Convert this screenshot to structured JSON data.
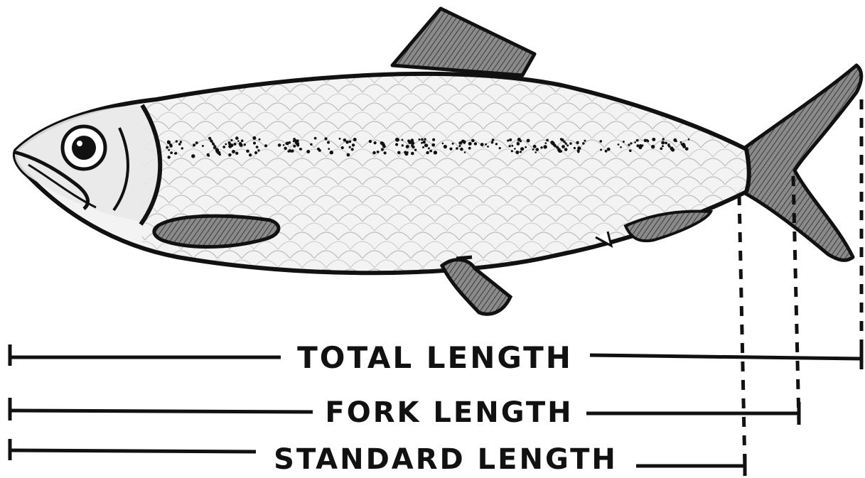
{
  "measurements": [
    {
      "key": "total",
      "label": "TOTAL LENGTH"
    },
    {
      "key": "fork",
      "label": "FORK LENGTH"
    },
    {
      "key": "standard",
      "label": "STANDARD LENGTH"
    }
  ],
  "colors": {
    "ink": "#111111",
    "body_fill": "#f2f2f2",
    "fin_fill": "#7a7a7a",
    "background": "#ffffff"
  }
}
